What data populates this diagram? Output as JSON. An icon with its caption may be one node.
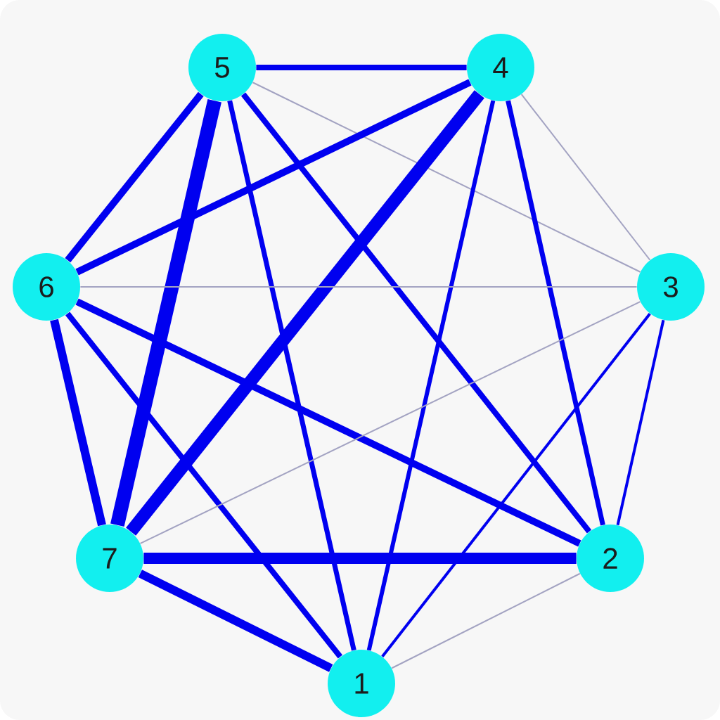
{
  "diagram": {
    "nodes": [
      {
        "text": [
          "5"
        ]
      },
      {
        "text": [
          "4"
        ]
      },
      {
        "text": [
          "6"
        ]
      },
      {
        "text": [
          "3"
        ]
      },
      {
        "text": [
          "7"
        ]
      },
      {
        "text": [
          "2"
        ]
      },
      {
        "text": [
          "1"
        ]
      }
    ],
    "edges": [
      {
        "from": 0,
        "to": 1,
        "arrow": "none"
      },
      {
        "from": 0,
        "to": 2,
        "arrow": "none"
      },
      {
        "from": 0,
        "to": 3,
        "arrow": "none",
        "color": "#a3a3c2"
      },
      {
        "from": 0,
        "to": 4,
        "arrow": "none",
        "style": "thick"
      },
      {
        "from": 0,
        "to": 5,
        "arrow": "none"
      },
      {
        "from": 0,
        "to": 6,
        "arrow": "none"
      },
      {
        "from": 1,
        "to": 2,
        "arrow": "none"
      },
      {
        "from": 1,
        "to": 3,
        "arrow": "none",
        "color": "#a3a3c2"
      },
      {
        "from": 1,
        "to": 4,
        "arrow": "none",
        "style": "thick"
      },
      {
        "from": 1,
        "to": 5,
        "arrow": "none"
      },
      {
        "from": 1,
        "to": 6,
        "arrow": "none"
      },
      {
        "from": 2,
        "to": 3,
        "arrow": "none",
        "color": "#a3a3c2"
      },
      {
        "from": 2,
        "to": 4,
        "arrow": "none"
      },
      {
        "from": 2,
        "to": 5,
        "arrow": "none"
      },
      {
        "from": 2,
        "to": 6,
        "arrow": "none"
      },
      {
        "from": 3,
        "to": 4,
        "arrow": "none",
        "color": "#a3a3c2"
      },
      {
        "from": 3,
        "to": 5,
        "arrow": "none"
      },
      {
        "from": 3,
        "to": 6,
        "arrow": "none"
      },
      {
        "from": 4,
        "to": 5,
        "arrow": "none",
        "style": "thick"
      },
      {
        "from": 4,
        "to": 6,
        "arrow": "none"
      },
      {
        "from": 5,
        "to": 6,
        "arrow": "none",
        "color": "#a3a3c2"
      }
    ]
  }
}
